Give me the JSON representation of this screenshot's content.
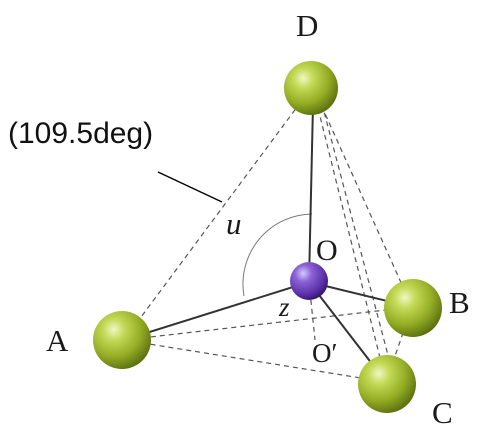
{
  "labels": {
    "vertex_d": "D",
    "vertex_a": "A",
    "vertex_b": "B",
    "vertex_c": "C",
    "center_o": "O",
    "foot_o_prime": "O′",
    "angle_u": "u",
    "length_z": "z",
    "angle_value": "(109.5deg)"
  },
  "colors": {
    "sphere_ligand": "#9cb52e",
    "sphere_center": "#6a3fb5",
    "bond_line": "#333333",
    "dashed_line": "#555555",
    "text": "#1a1a1a"
  }
}
